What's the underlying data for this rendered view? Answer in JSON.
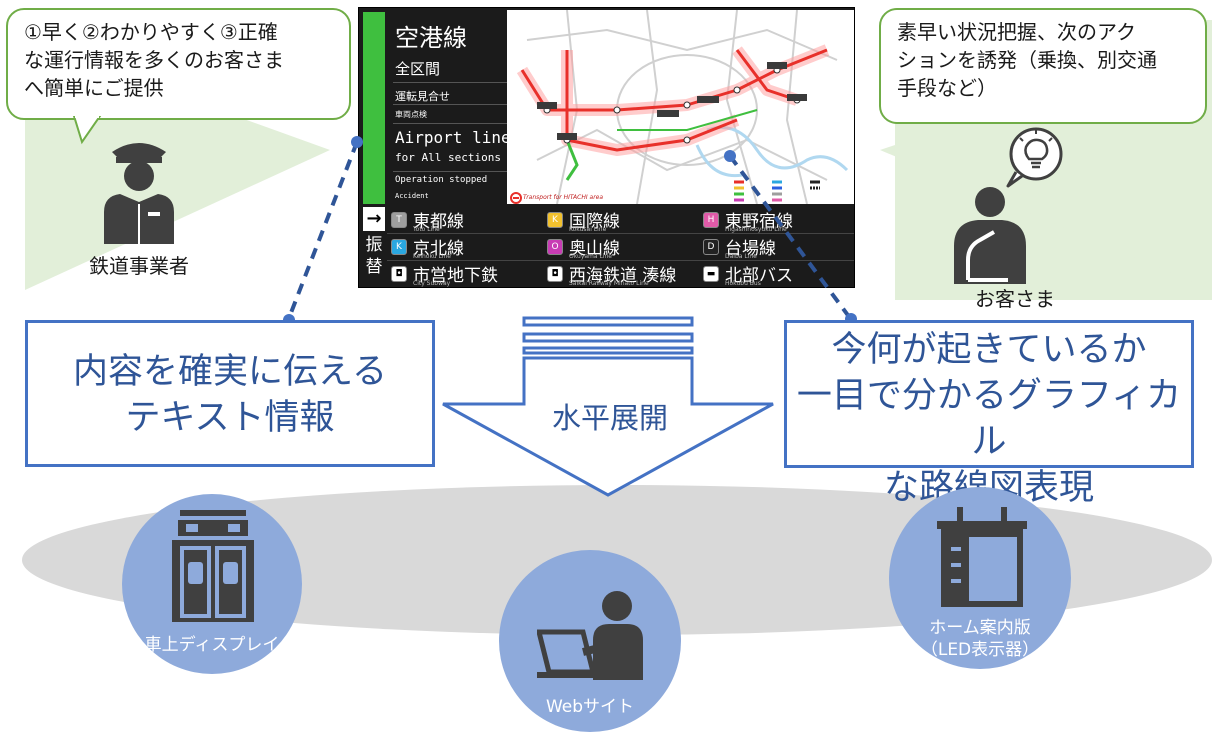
{
  "operator_bubble": {
    "lines": [
      "①早く②わかりやすく③正確",
      "な運行情報を多くのお客さま",
      "へ簡単にご提供"
    ]
  },
  "operator_label": "鉄道事業者",
  "customer_bubble": {
    "lines": [
      "素早い状況把握、次のアク",
      "ションを誘発（乗換、別交通",
      "手段など）"
    ]
  },
  "customer_label": "お客さま",
  "display": {
    "line_name": "空港線",
    "scope": "全区間",
    "status_1": "運転見合せ",
    "status_2": "車両点検",
    "line_en": "Airport line",
    "scope_en": "for All sections",
    "status_en": "Operation stopped",
    "reason_en": "Accident",
    "brand": "Transport for HITACHI area",
    "transfer_vertical": "振替",
    "arrow": "→",
    "alternatives": [
      {
        "name": "東都線",
        "sub": "Toto Line",
        "icon": "T",
        "color": "#9e9e9e"
      },
      {
        "name": "京北線",
        "sub": "Keihoku Line",
        "icon": "K",
        "color": "#2aa7e0"
      },
      {
        "name": "市営地下鉄",
        "sub": "City Subway",
        "icon": "◘",
        "color": "#ffffff"
      },
      {
        "name": "国際線",
        "sub": "Kokusai Line",
        "icon": "K",
        "color": "#f2c12e"
      },
      {
        "name": "奥山線",
        "sub": "Okuyama Line",
        "icon": "O",
        "color": "#c83cb4"
      },
      {
        "name": "西海鉄道 湊線",
        "sub": "Saikai Railway Minato Line",
        "icon": "◘",
        "color": "#ffffff"
      },
      {
        "name": "東野宿線",
        "sub": "Higashinosyuku Line",
        "icon": "H",
        "color": "#e05aa8"
      },
      {
        "name": "台場線",
        "sub": "Daiba Line",
        "icon": "D",
        "color": "#222222"
      },
      {
        "name": "北部バス",
        "sub": "Hokubu Bus",
        "icon": "▬",
        "color": "#ffffff"
      }
    ]
  },
  "left_box": {
    "lines": [
      "内容を確実に伝える",
      "テキスト情報"
    ]
  },
  "right_box": {
    "lines": [
      "今何が起きているか",
      "一目で分かるグラフィカル",
      "な路線図表現"
    ]
  },
  "center_arrow_label": "水平展開",
  "channels": {
    "onboard": "車上ディスプレイ",
    "web": "Webサイト",
    "platform_line1": "ホーム案内版",
    "platform_line2": "（LED表示器）"
  },
  "colors": {
    "accent_blue": "#4472c4",
    "text_blue": "#2f5597",
    "circle_blue": "#8eaadb",
    "bubble_green": "#70ad47",
    "icon_dark": "#404040",
    "display_green": "#3fbf3f",
    "route_red": "#e8302a"
  }
}
